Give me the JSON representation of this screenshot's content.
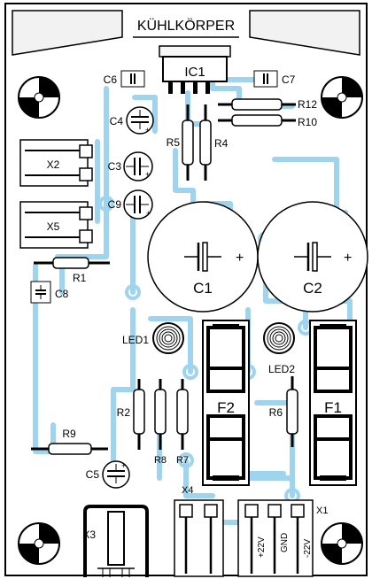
{
  "heatsink": {
    "label": "KÜHLKÖRPER"
  },
  "components": {
    "ic1": "IC1",
    "c1": "C1",
    "c2": "C2",
    "c3": "C3",
    "c4": "C4",
    "c5": "C5",
    "c6": "C6",
    "c7": "C7",
    "c8": "C8",
    "c9": "C9",
    "r1": "R1",
    "r2": "R2",
    "r4": "R4",
    "r5": "R5",
    "r6": "R6",
    "r7": "R7",
    "r8": "R8",
    "r9": "R9",
    "r10": "R10",
    "r12": "R12",
    "led1": "LED1",
    "led2": "LED2",
    "f1": "F1",
    "f2": "F2",
    "x1": "X1",
    "x2": "X2",
    "x3": "X3",
    "x4": "X4",
    "x5": "X5"
  },
  "polarity": {
    "plus": "+"
  },
  "x1_pins": [
    "+22V",
    "GND",
    "-22V"
  ],
  "colors": {
    "trace": "#9fd4ee",
    "board": "#ffffff",
    "ink": "#000000",
    "heatsink_fill": "#f2f2f2"
  }
}
